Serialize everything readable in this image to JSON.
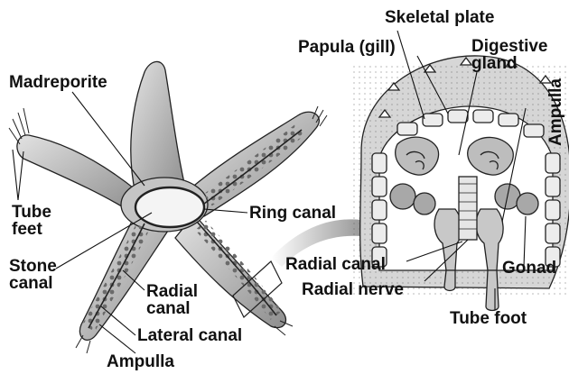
{
  "labels": {
    "madreporite": "Madreporite",
    "tube_feet": [
      "Tube",
      "feet"
    ],
    "ring_canal": "Ring canal",
    "stone_canal": [
      "Stone",
      "canal"
    ],
    "radial_canal_left": [
      "Radial",
      "canal"
    ],
    "lateral_canal": "Lateral canal",
    "ampulla_bottom": "Ampulla",
    "skeletal_plate": "Skeletal plate",
    "papula": "Papula (gill)",
    "digestive_gland": [
      "Digestive",
      "gland"
    ],
    "ampulla_right": "Ampulla",
    "radial_canal_right": "Radial canal",
    "radial_nerve": "Radial nerve",
    "gonad": "Gonad",
    "tube_foot": "Tube foot"
  },
  "colors": {
    "ink": "#111111",
    "body_fill": "#cfcfcf",
    "body_shadow": "#8f8f8f",
    "arrow": "#808080"
  }
}
